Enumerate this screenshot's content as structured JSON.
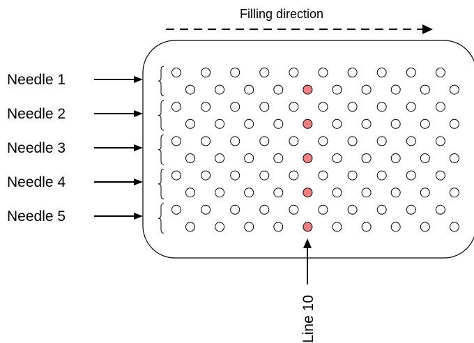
{
  "title": "Filling direction",
  "needles": [
    "Needle 1",
    "Needle 2",
    "Needle 3",
    "Needle 4",
    "Needle 5"
  ],
  "line_label": "Line 10",
  "grid": {
    "rows": 10,
    "wells_per_row": 10,
    "highlighted_column_label": "Line 10"
  },
  "colors": {
    "highlight": "#f08080",
    "stroke": "#000000",
    "background": "#ffffff"
  }
}
